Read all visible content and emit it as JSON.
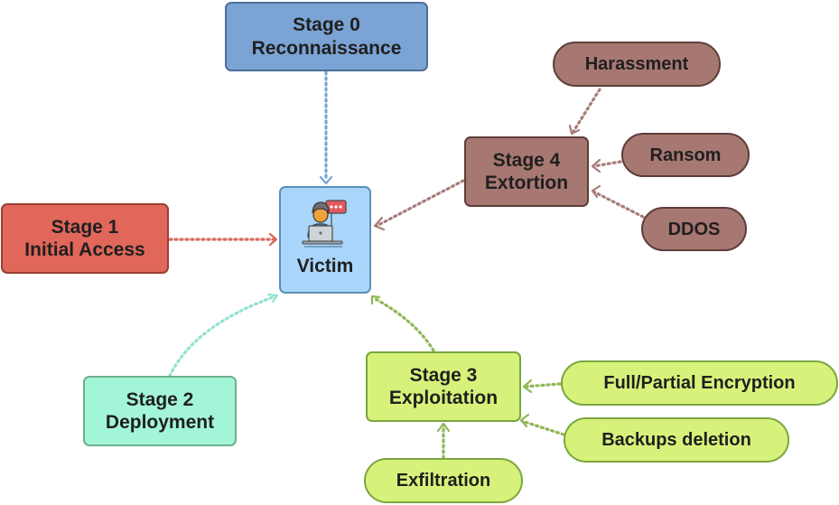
{
  "colors": {
    "stage0_fill": "#7ba3d3",
    "stage0_border": "#4d6f9a",
    "stage1_fill": "#e0675a",
    "stage1_border": "#9a3f35",
    "stage2_fill": "#a3f5d8",
    "stage2_border": "#6bb08c",
    "stage3_fill": "#d7f27a",
    "stage3_border": "#7aa640",
    "stage4_fill": "#a77772",
    "stage4_border": "#5e3e3b",
    "victim_fill": "#a9d6fa",
    "victim_border": "#5b8fb8",
    "link_stage0": "#7aa6d6",
    "link_stage1": "#d96a5e",
    "link_stage2": "#8fe3d0",
    "link_stage3": "#8fb857",
    "link_stage4": "#a67d79"
  },
  "center": {
    "label": "Victim",
    "icon": "hacker-at-laptop-icon"
  },
  "stages": {
    "stage0": {
      "title": "Stage 0",
      "name": "Reconnaissance"
    },
    "stage1": {
      "title": "Stage 1",
      "name": "Initial Access"
    },
    "stage2": {
      "title": "Stage 2",
      "name": "Deployment"
    },
    "stage3": {
      "title": "Stage 3",
      "name": "Exploitation"
    },
    "stage4": {
      "title": "Stage 4",
      "name": "Extortion"
    }
  },
  "extortion_methods": [
    "Harassment",
    "Ransom",
    "DDOS"
  ],
  "exploitation_methods": [
    "Full/Partial Encryption",
    "Backups deletion",
    "Exfiltration"
  ]
}
